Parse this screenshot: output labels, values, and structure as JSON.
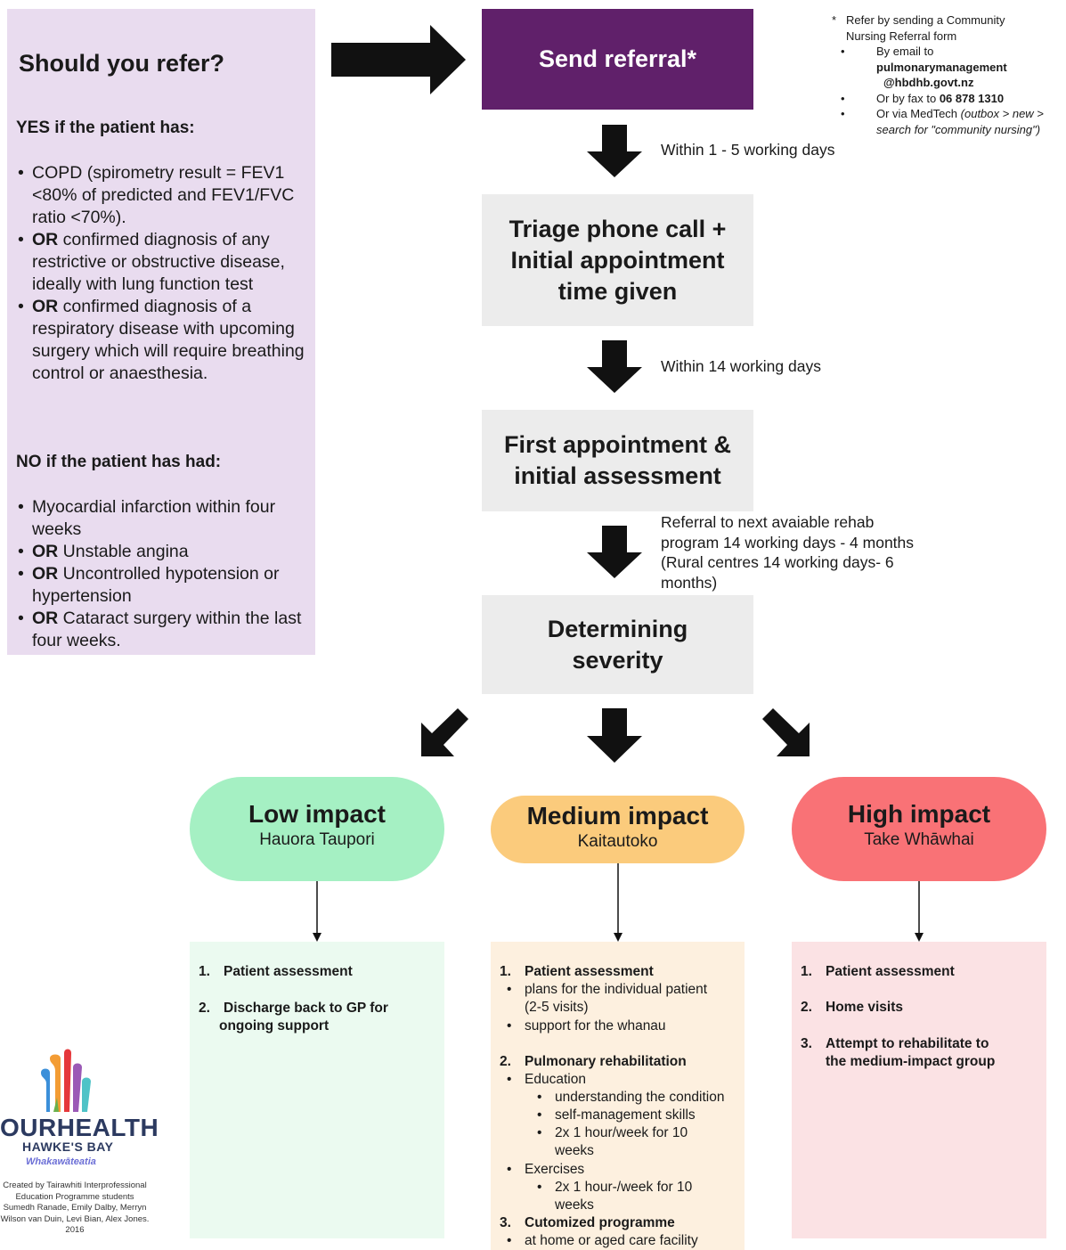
{
  "refer": {
    "title": "Should you refer?",
    "yes_heading": "YES if the patient has:",
    "yes_items": [
      {
        "lead": "",
        "text": "COPD (spirometry result = FEV1 <80% of predicted and FEV1/FVC ratio <70%)."
      },
      {
        "lead": "OR",
        "text": " confirmed diagnosis of any restrictive or obstructive disease, ideally with lung function test"
      },
      {
        "lead": "OR",
        "text": " confirmed diagnosis of a respiratory disease with upcoming surgery which will require breathing control or anaesthesia."
      }
    ],
    "no_heading": "NO if the patient has had:",
    "no_items": [
      {
        "lead": "",
        "text": "Myocardial infarction within four weeks"
      },
      {
        "lead": "OR",
        "text": " Unstable angina"
      },
      {
        "lead": "OR",
        "text": " Uncontrolled hypotension or hypertension"
      },
      {
        "lead": "OR",
        "text": " Cataract surgery within the last four weeks."
      }
    ]
  },
  "flow": {
    "send_referral": "Send referral*",
    "timing_1": "Within 1 - 5 working days",
    "triage_lines": [
      "Triage phone call +",
      "Initial appointment",
      "time given"
    ],
    "timing_2": "Within 14 working days",
    "first_lines": [
      "First appointment &",
      "initial assessment"
    ],
    "timing_3_lines": [
      "Referral to next avaiable rehab",
      "program 14 working days - 4 months",
      "(Rural centres 14 working days- 6",
      "months)"
    ],
    "severity_lines": [
      "Determining",
      "severity"
    ]
  },
  "footnote": {
    "star": "*",
    "line1": "Refer by sending a Community",
    "line2": "Nursing Referral form",
    "email_label": "By email to",
    "email_user": "pulmonarymanagement",
    "email_domain": "@hbdhb.govt.nz",
    "fax_prefix": "Or by fax to ",
    "fax_number": "06 878 1310",
    "medtech_prefix": "Or via MedTech ",
    "medtech_path_1": "(outbox > new >",
    "medtech_path_2": "search for \"community nursing\")"
  },
  "impacts": {
    "low": {
      "title": "Low impact",
      "subtitle": "Hauora Taupori"
    },
    "medium": {
      "title": "Medium impact",
      "subtitle": "Kaitautoko"
    },
    "high": {
      "title": "High impact",
      "subtitle": "Take Whāwhai"
    }
  },
  "low_panel": {
    "n1": "1.",
    "item1": "Patient assessment",
    "n2": "2.",
    "item2_a": "Discharge back to GP for",
    "item2_b": "ongoing support"
  },
  "medium_panel": {
    "n1": "1.",
    "item1": "Patient assessment",
    "item1_sub1_a": "plans for the individual patient",
    "item1_sub1_b": "(2-5 visits)",
    "item1_sub2": "support for the whanau",
    "n2": "2.",
    "item2": "Pulmonary rehabilitation",
    "item2_sub1": "Education",
    "item2_sub1_a": "understanding the condition",
    "item2_sub1_b": "self-management skills",
    "item2_sub1_c1": "2x 1 hour/week for 10",
    "item2_sub1_c2": "weeks",
    "item2_sub2": "Exercises",
    "item2_sub2_a1": "2x 1 hour-/week for 10",
    "item2_sub2_a2": "weeks",
    "n3": "3.",
    "item3": "Cutomized programme",
    "item3_sub1": "at home or aged care facility"
  },
  "high_panel": {
    "n1": "1.",
    "item1": "Patient assessment",
    "n2": "2.",
    "item2": "Home visits",
    "n3": "3.",
    "item3_a": "Attempt to rehabilitate to",
    "item3_b": "the medium-impact group"
  },
  "logo": {
    "wordmark": "OURHEALTH",
    "sub": "HAWKE'S BAY",
    "tagline": "Whakawāteatia",
    "credit": "Created by Tairawhiti Interprofessional Education Programme students Sumedh Ranade, Emily Dalby, Merryn Wilson van Duin, Levi Bian, Alex Jones. 2016"
  },
  "colors": {
    "panel_lilac": "#e9dcef",
    "send_purple": "#60206a",
    "step_grey": "#ececec",
    "low_green": "#a5f0c3",
    "medium_orange": "#fbcb7c",
    "high_red": "#f97276"
  }
}
